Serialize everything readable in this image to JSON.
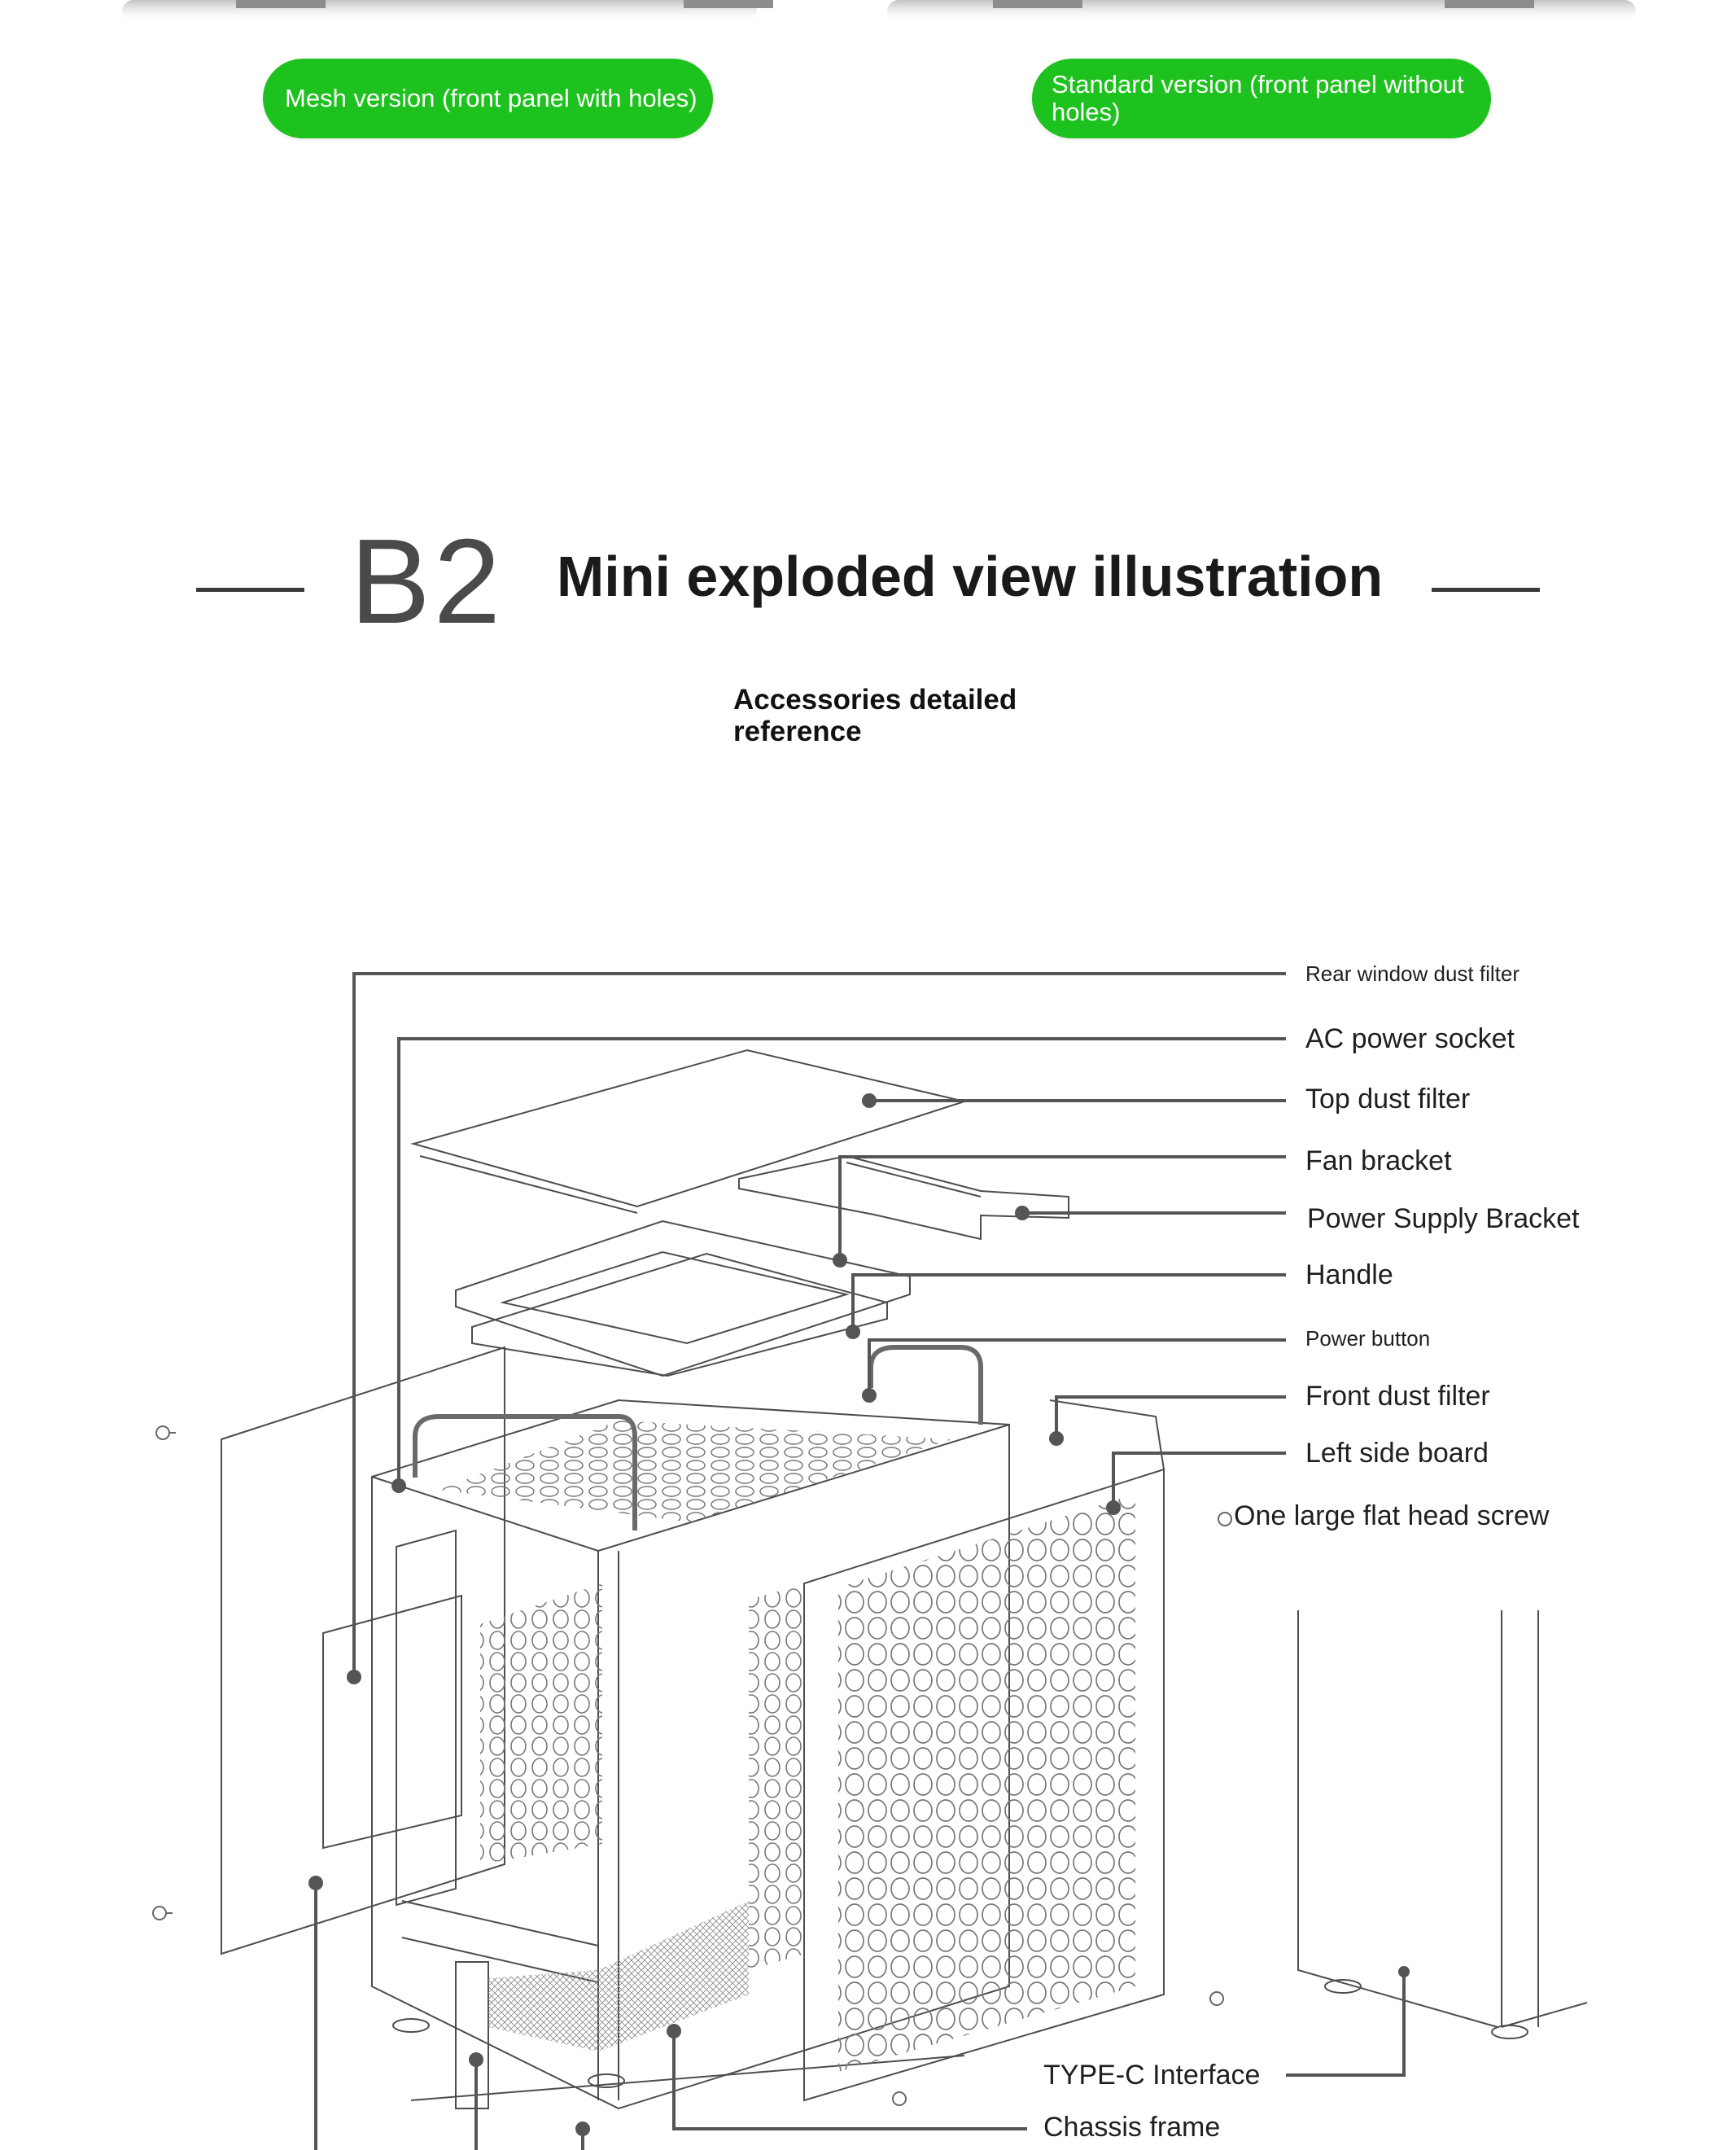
{
  "versions": {
    "mesh": "Mesh version (front panel with holes)",
    "standard": "Standard version (front panel without holes)"
  },
  "section": {
    "badge": "B2",
    "title": "Mini exploded view illustration",
    "subtitle": "Accessories detailed reference"
  },
  "labels": {
    "rear_window_dust_filter": "Rear window dust filter",
    "ac_power_socket": "AC power socket",
    "top_dust_filter": "Top dust filter",
    "fan_bracket": "Fan bracket",
    "power_supply_bracket": "Power Supply Bracket",
    "handle": "Handle",
    "power_button": "Power button",
    "front_dust_filter": "Front dust filter",
    "left_side_board": "Left side board",
    "flat_head_screw": "One large flat head screw",
    "type_c_interface": "TYPE-C Interface",
    "chassis_frame": "Chassis frame"
  },
  "colors": {
    "badge_green": "#1ec21e",
    "line_gray": "#555555",
    "text_dark": "#1f1f1f"
  }
}
